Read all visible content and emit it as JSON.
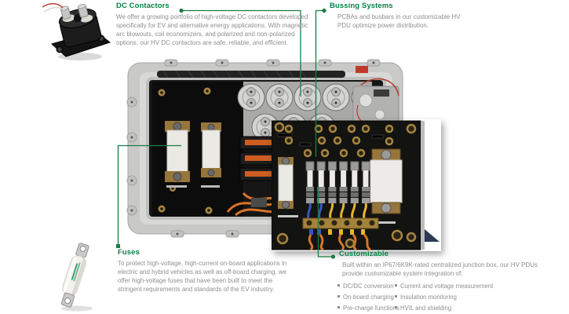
{
  "colors": {
    "accent_green": "#048348",
    "line_green": "#1b7c46",
    "body_text": "#8f8f8f",
    "background": "#ffffff"
  },
  "callouts": {
    "dc_contactors": {
      "title": "DC Contactors",
      "body": "We offer a growing portfolio of high-voltage DC contactors developed specifically for EV and alternative energy applications. With magnetic arc blowouts, coil economizers, and polarized and non-polarized options, our HV DC contactors are safe, reliable, and efficient."
    },
    "bussing_systems": {
      "title": "Bussing Systems",
      "body": "PCBAs and busbars in our customizable HV PDU optimize power distribution."
    },
    "fuses": {
      "title": "Fuses",
      "body": "To protect high-voltage, high-current on-board applications in electric and hybrid vehicles as well as off-board charging, we offer high-voltage fuses that have been built to meet the stringent requirements and standards of the EV industry."
    },
    "customizable": {
      "title": "Customizable",
      "body": "Built within an IP67/6K9K-rated centralized junction box, our HV PDUs provide customizable system integration of:",
      "bullets_col1": [
        "DC/DC conversion",
        "On-board charging",
        "Pre-charge functions"
      ],
      "bullets_col2": [
        "Current and voltage measurement",
        "Insulation monitoring",
        "HVIL and shielding"
      ]
    }
  },
  "photos": {
    "contactor": "dc-contactor-product-photo",
    "main": "open-hv-pdu-junction-box-photo",
    "inset": "hv-pdu-fuse-panel-closeup-photo",
    "fuse": "hv-fuse-product-photo"
  }
}
